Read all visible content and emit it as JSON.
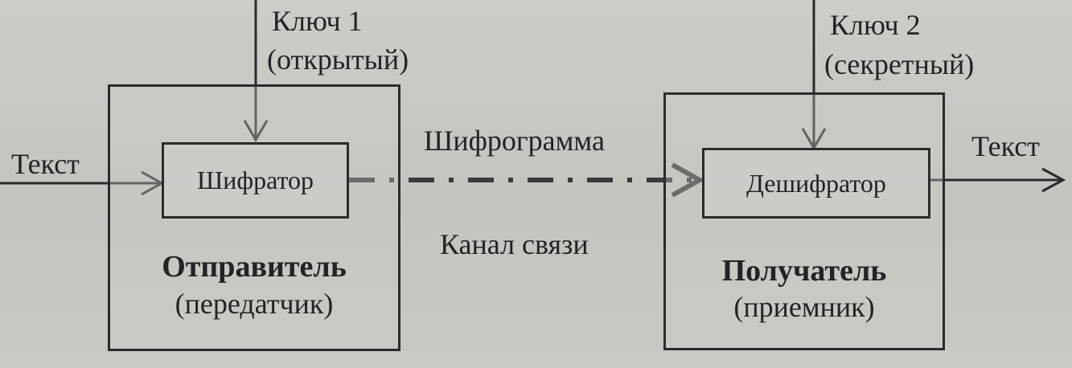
{
  "diagram": {
    "key1": {
      "label": "Ключ 1",
      "sublabel": "(открытый)"
    },
    "key2": {
      "label": "Ключ 2",
      "sublabel": "(секретный)"
    },
    "input_text": "Текст",
    "output_text": "Текст",
    "encoder": "Шифратор",
    "decoder": "Дешифратор",
    "ciphertext": "Шифрограмма",
    "channel": "Канал связи",
    "sender": {
      "title": "Отправитель",
      "subtitle": "(передатчик)"
    },
    "receiver": {
      "title": "Получатель",
      "subtitle": "(приемник)"
    }
  }
}
